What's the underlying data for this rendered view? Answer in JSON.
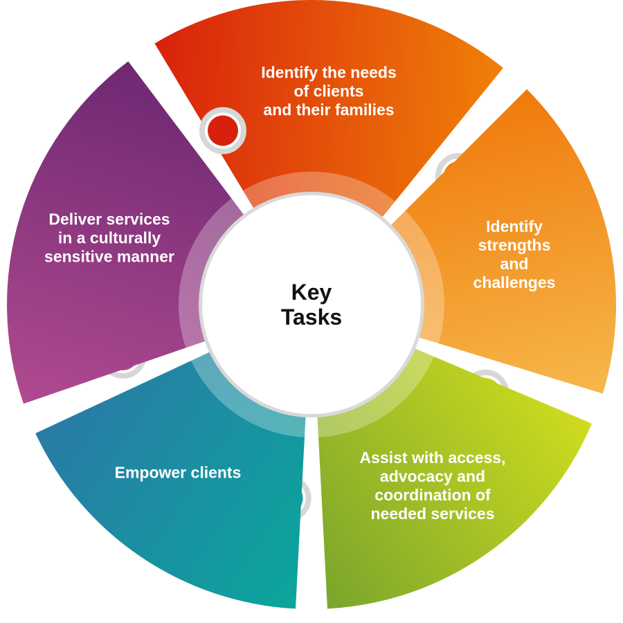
{
  "center": {
    "title": "Key\nTasks"
  },
  "segments": [
    {
      "id": "identify-needs",
      "label": "Identify the needs\nof clients\nand their families",
      "colors": [
        "#d8210c",
        "#f08008"
      ]
    },
    {
      "id": "identify-strengths",
      "label": "Identify strengths\nand challenges",
      "colors": [
        "#f07a0c",
        "#f6b84a"
      ]
    },
    {
      "id": "assist-access",
      "label": "Assist with access,\nadvocacy and\ncoordination of\nneeded services",
      "colors": [
        "#cfdc1f",
        "#7aa52c"
      ]
    },
    {
      "id": "empower-clients",
      "label": "Empower clients",
      "colors": [
        "#0aa69c",
        "#2a7aa6"
      ]
    },
    {
      "id": "deliver-services",
      "label": "Deliver services\nin a culturally\nsensitive manner",
      "colors": [
        "#b04a90",
        "#6e2872"
      ]
    }
  ]
}
